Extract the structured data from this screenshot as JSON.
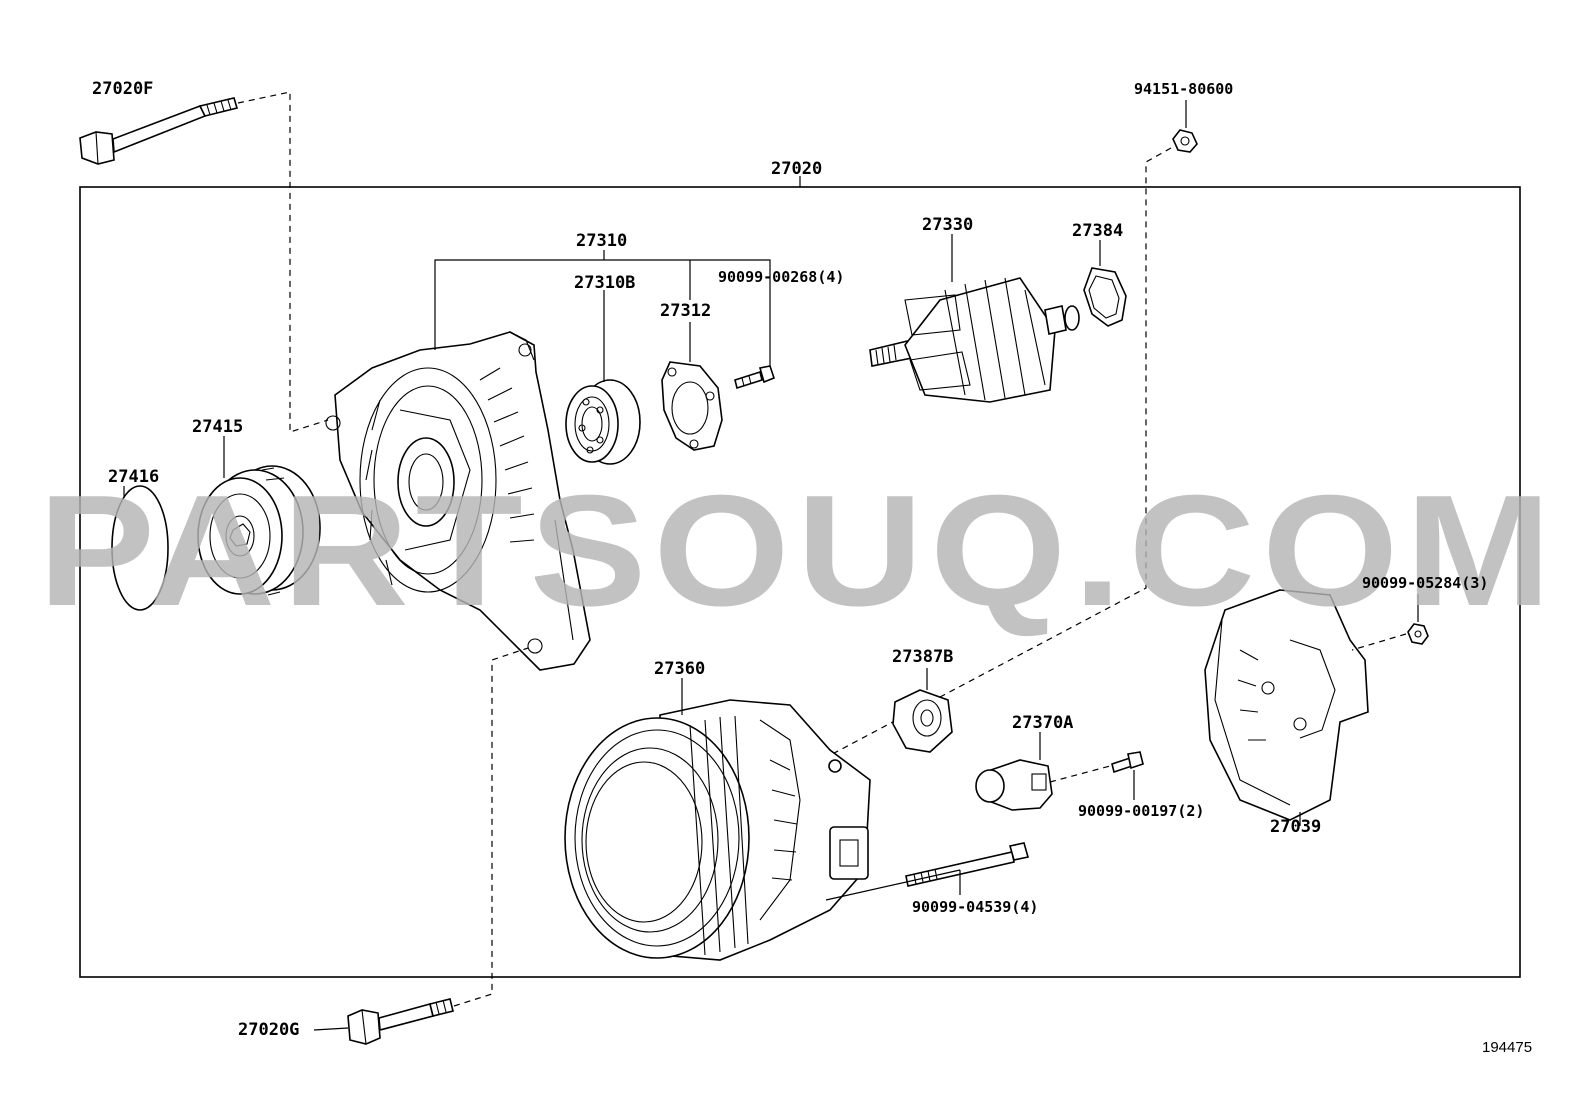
{
  "watermark": "PARTSOUQ.COM",
  "reference_number": "194475",
  "parts": [
    {
      "id": "p27020",
      "label": "27020"
    },
    {
      "id": "p27020F",
      "label": "27020F"
    },
    {
      "id": "p27020G",
      "label": "27020G"
    },
    {
      "id": "p94151",
      "label": "94151-80600"
    },
    {
      "id": "p27310",
      "label": "27310"
    },
    {
      "id": "p27310B",
      "label": "27310B"
    },
    {
      "id": "p27312",
      "label": "27312"
    },
    {
      "id": "p90099_00268",
      "label": "90099-00268(4)"
    },
    {
      "id": "p27330",
      "label": "27330"
    },
    {
      "id": "p27384",
      "label": "27384"
    },
    {
      "id": "p27415",
      "label": "27415"
    },
    {
      "id": "p27416",
      "label": "27416"
    },
    {
      "id": "p90099_05284",
      "label": "90099-05284(3)"
    },
    {
      "id": "p27360",
      "label": "27360"
    },
    {
      "id": "p27387B",
      "label": "27387B"
    },
    {
      "id": "p27370A",
      "label": "27370A"
    },
    {
      "id": "p90099_00197",
      "label": "90099-00197(2)"
    },
    {
      "id": "p27039",
      "label": "27039"
    },
    {
      "id": "p90099_04539",
      "label": "90099-04539(4)"
    }
  ]
}
